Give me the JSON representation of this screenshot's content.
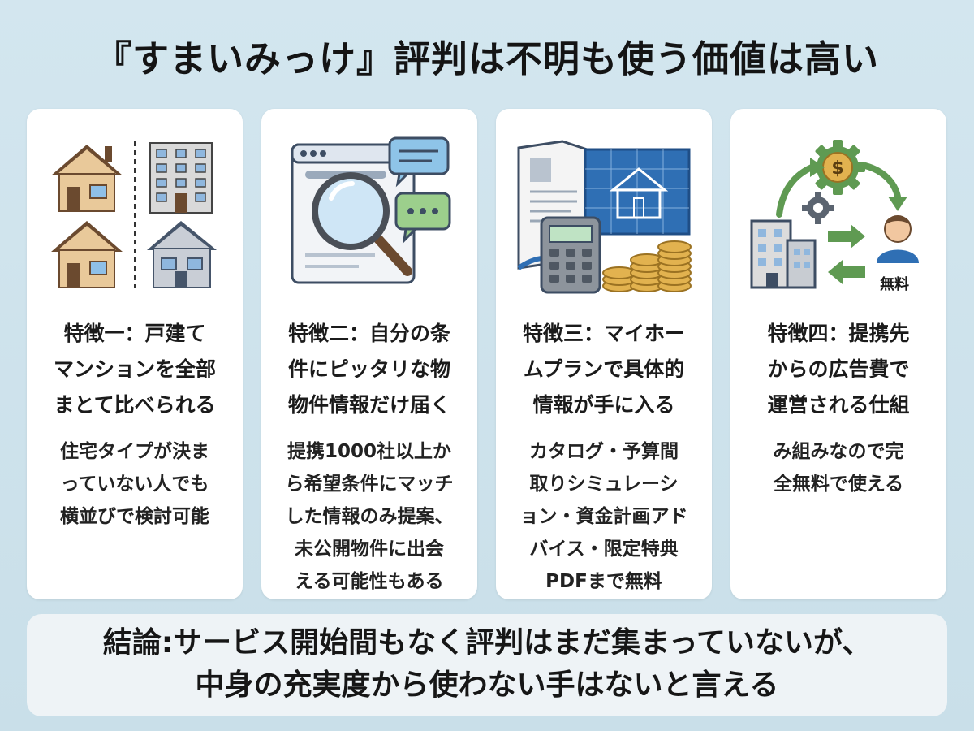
{
  "title": "『すまいみっけ』評判は不明も使う価値は高い",
  "cards": [
    {
      "icon": "houses-and-apartments-icon",
      "heading_lines": [
        "特徴一：戸建て",
        "マンションを全部",
        "まとて比べられる"
      ],
      "desc_lines": [
        "住宅タイプが決ま",
        "っていない人でも",
        "横並びで検討可能"
      ]
    },
    {
      "icon": "search-browser-chat-icon",
      "heading_lines": [
        "特徴二：自分の条",
        "件にピッタリな物",
        "物件情報だけ届く"
      ],
      "desc_lines": [
        "提携1000社以上か",
        "ら希望条件にマッチ",
        "した情報のみ提案、",
        "未公開物件に出会",
        "える可能性もある"
      ]
    },
    {
      "icon": "catalog-blueprint-calculator-coins-icon",
      "heading_lines": [
        "特徴三：マイホー",
        "ムプランで具体的",
        "情報が手に入る"
      ],
      "desc_lines": [
        "カタログ・予算間",
        "取りシミュレーシ",
        "ョン・資金計画アド",
        "バイス・限定特典",
        "PDFまで無料"
      ]
    },
    {
      "icon": "business-model-cycle-icon",
      "icon_label": "無料",
      "heading_lines": [
        "特徴四：提携先",
        "からの広告費で",
        "運営される仕組"
      ],
      "desc_lines": [
        "み組みなので完",
        "全無料で使える"
      ]
    }
  ],
  "conclusion": {
    "line1": "結論:サービス開始間もなく評判はまだ集まっていないが、",
    "line2": "中身の充実度から使わない手はないと言える"
  },
  "colors": {
    "background": "#cfe3ec",
    "card": "#ffffff",
    "conclusion_box": "#eef3f6",
    "accent_green": "#5f9a52",
    "accent_blue": "#2f6fb4",
    "accent_gold": "#d9a441"
  }
}
